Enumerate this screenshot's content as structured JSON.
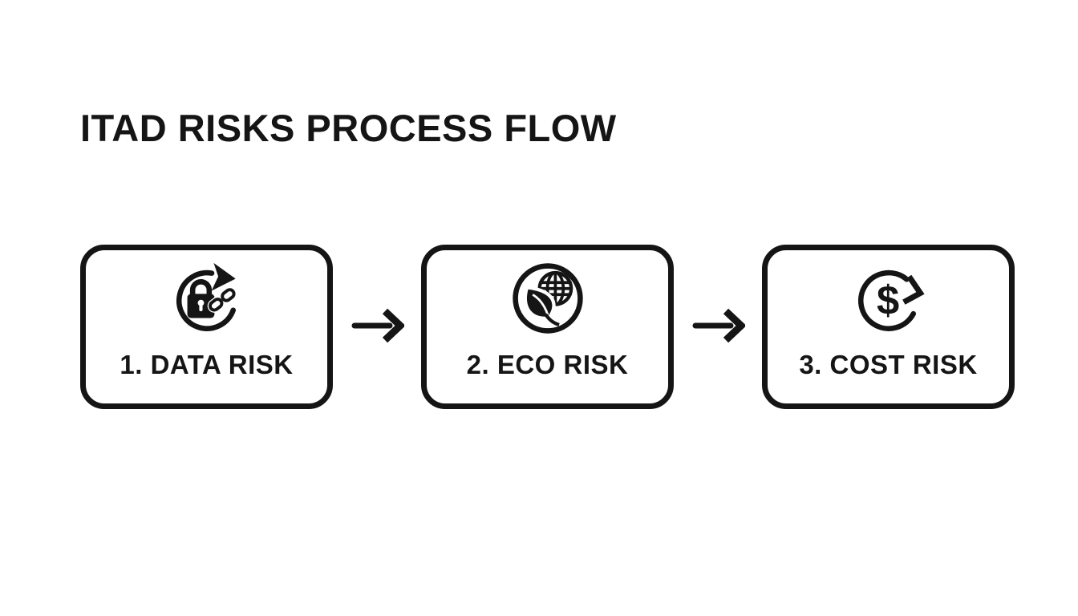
{
  "page": {
    "background_color": "#ffffff",
    "ink_color": "#151515",
    "kind": "process flow diagram"
  },
  "title": "ITAD RISKS PROCESS FLOW",
  "flow": {
    "steps": [
      {
        "number": "1",
        "label": "1. DATA RISK",
        "icon": "lock-sync-broken-link-icon"
      },
      {
        "number": "2",
        "label": "2. ECO RISK",
        "icon": "globe-leaf-icon"
      },
      {
        "number": "3",
        "label": "3. COST RISK",
        "icon": "dollar-cycle-icon"
      }
    ],
    "connectors": [
      {
        "icon": "arrow-right-icon"
      },
      {
        "icon": "arrow-right-icon"
      }
    ]
  }
}
